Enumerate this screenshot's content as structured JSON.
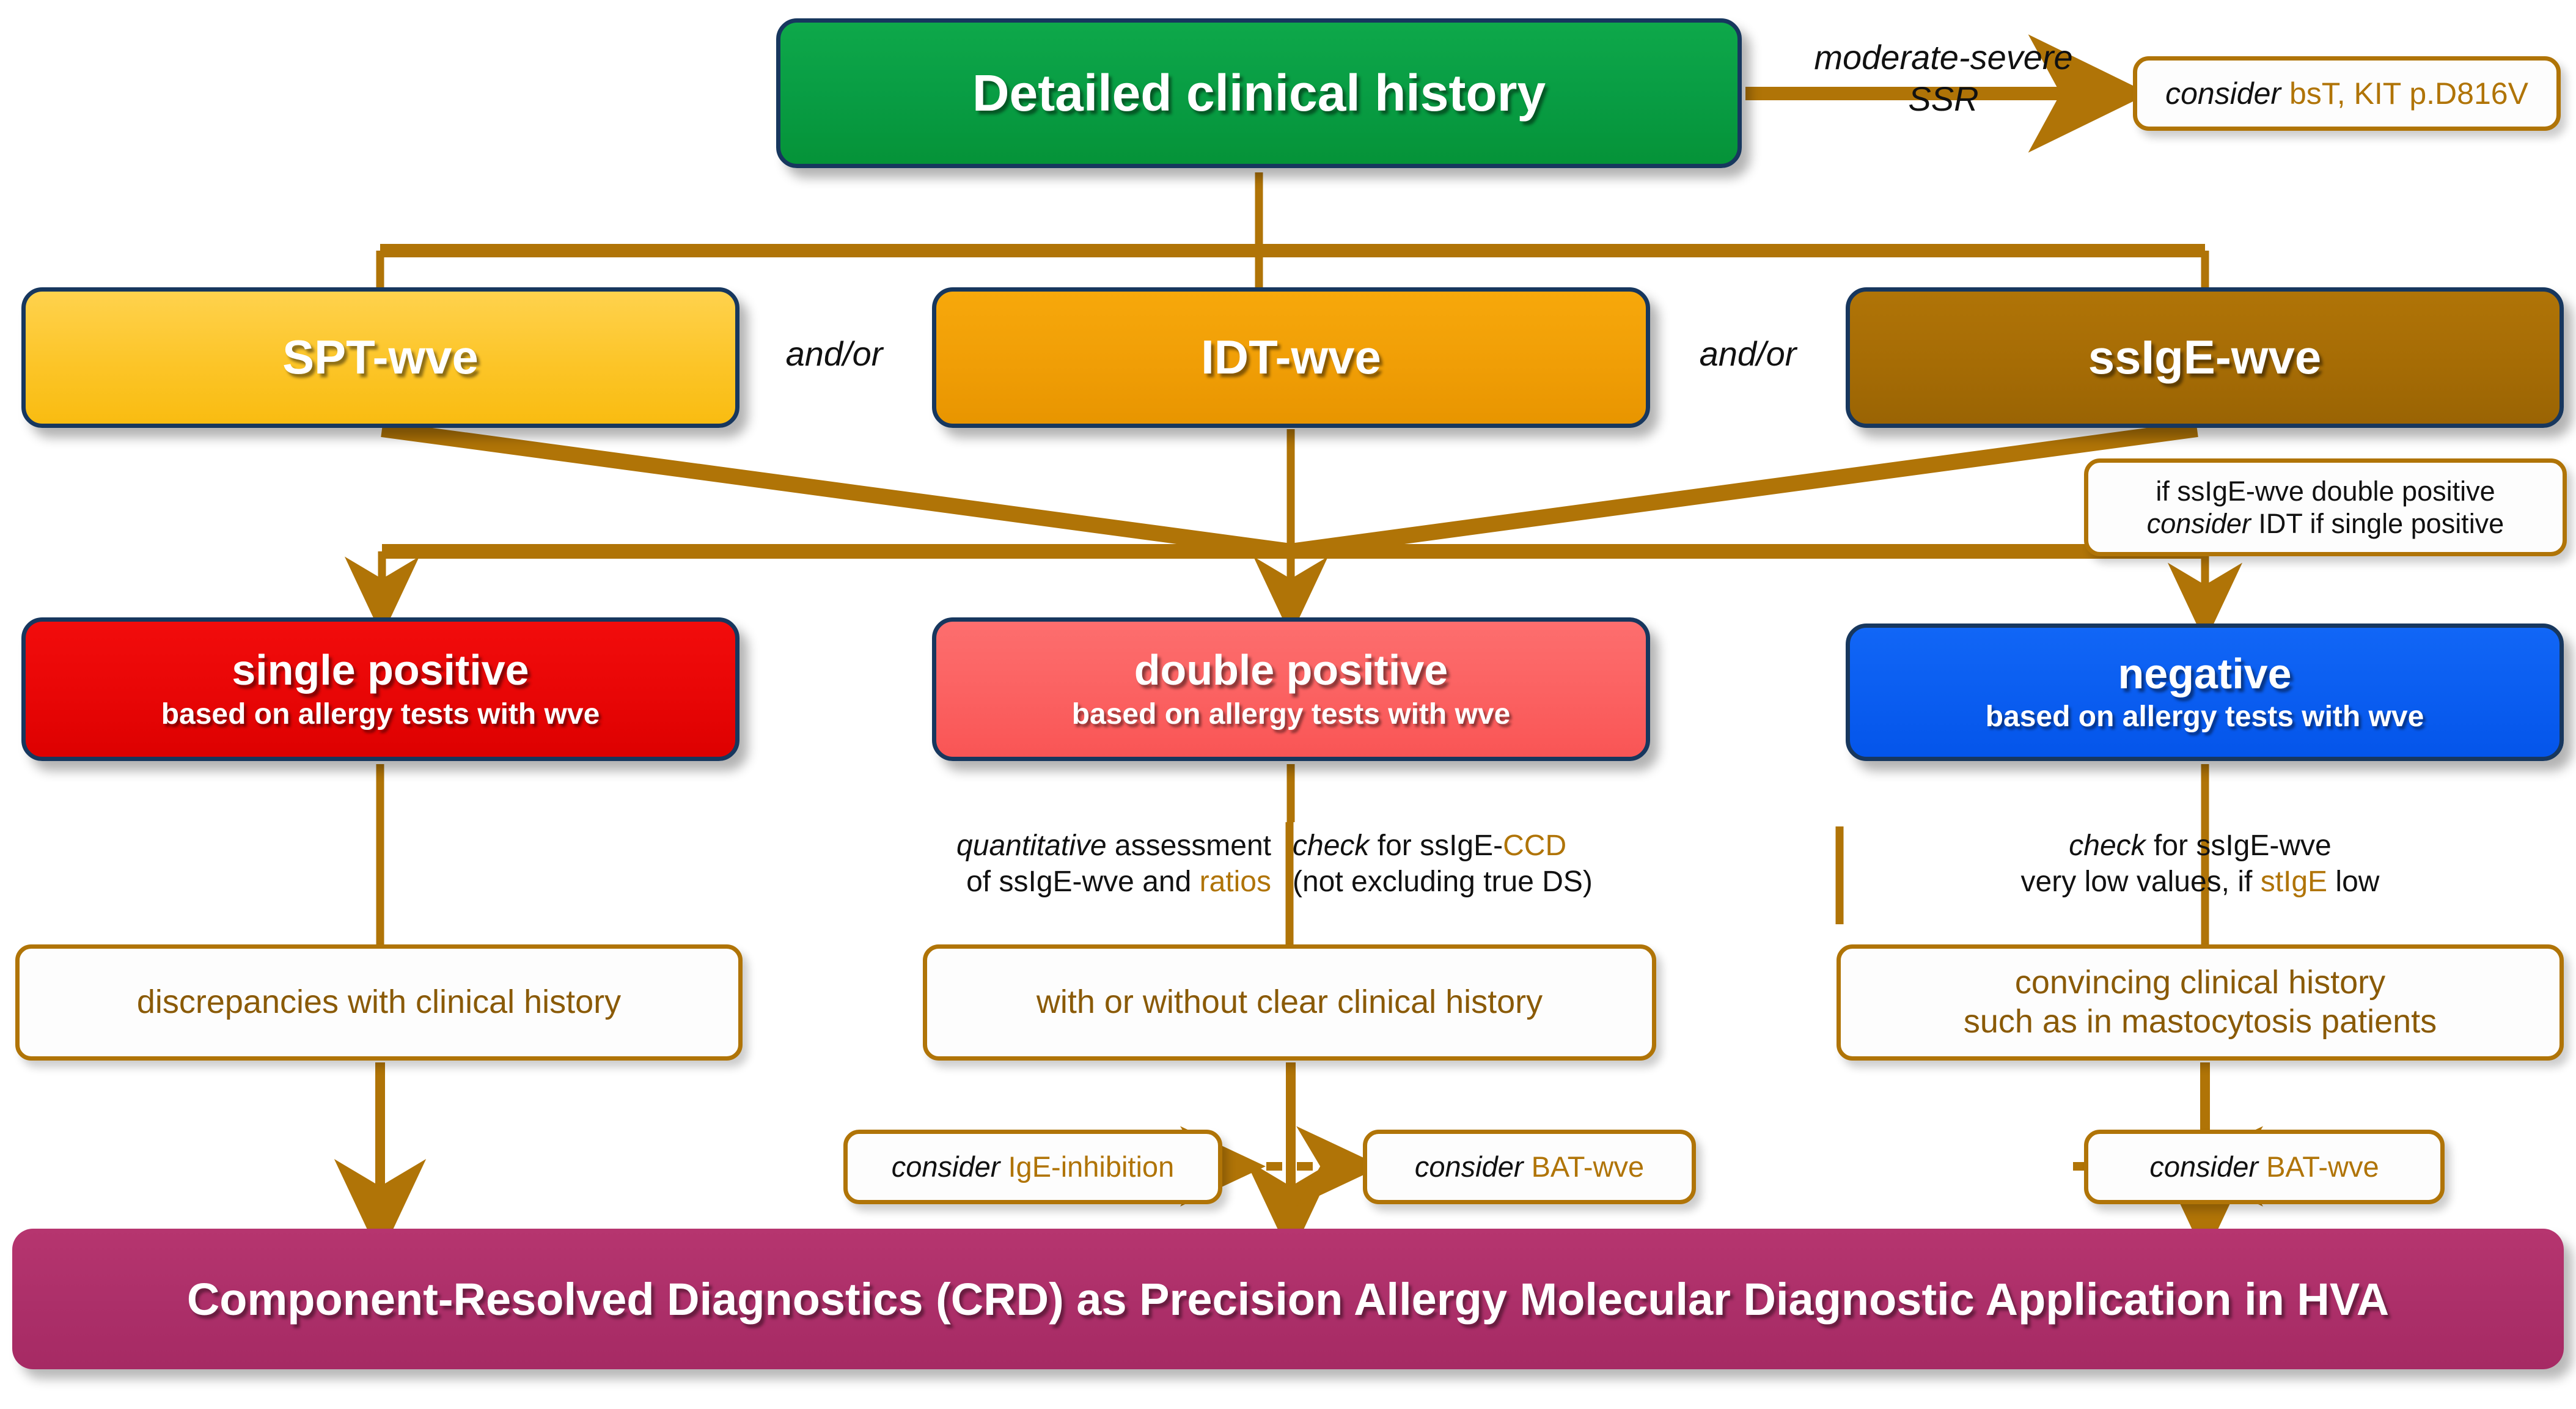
{
  "diagram": {
    "title_banner": "Component-Resolved Diagnostics (CRD) as Precision Allergy Molecular Diagnostic Application in HVA",
    "colors": {
      "green": "#0a9c44",
      "yellow": "#fcc528",
      "orange": "#f09e06",
      "brown": "#a66c05",
      "red": "#e80606",
      "pink": "#fb6161",
      "blue": "#0a5df0",
      "magenta": "#ac2f69",
      "connector": "#b07407",
      "node_border": "#17375e"
    }
  },
  "nodes": {
    "history": {
      "title": "Detailed clinical history"
    },
    "spt": {
      "title": "SPT-wve"
    },
    "idt": {
      "title": "IDT-wve"
    },
    "ssige": {
      "title": "ssIgE-wve"
    },
    "single": {
      "title": "single positive",
      "subtitle": "based on allergy tests with wve"
    },
    "double": {
      "title": "double positive",
      "subtitle": "based on allergy tests with wve"
    },
    "negative": {
      "title": "negative",
      "subtitle": "based on allergy tests with wve"
    }
  },
  "annotations": {
    "ssr_line1": "moderate-severe",
    "ssr_line2": "SSR",
    "and_or_left": "and/or",
    "and_or_right": "and/or",
    "quant_line1_em": "quantitative",
    "quant_line1_rest": " assessment",
    "quant_line2_a": "of ssIgE-wve and ",
    "quant_line2_b": "ratios",
    "ccd_line1_em": "check",
    "ccd_line1_a": " for ssIgE-",
    "ccd_line1_b": "CCD",
    "ccd_line2": "(not excluding true DS)",
    "check_line1_em": "check",
    "check_line1_rest": " for ssIgE-wve",
    "check_line2_a": "very low values, if ",
    "check_line2_b": "stIgE",
    "check_line2_c": " low"
  },
  "boxes": {
    "bst": {
      "em": "consider",
      "rest": " bsT, KIT p.D816V"
    },
    "double_positive_note": {
      "line1": "if ssIgE-wve double positive",
      "line2_em": "consider",
      "line2_rest": " IDT if single positive"
    },
    "discrepancies": {
      "line1": "discrepancies with clinical history"
    },
    "clear_history": {
      "line1": "with or without clear clinical history"
    },
    "convincing": {
      "line1": "convincing clinical history",
      "line2": "such as in mastocytosis patients"
    },
    "ige_inhibition": {
      "em": "consider",
      "rest": " IgE-inhibition"
    },
    "bat_center": {
      "em": "consider",
      "rest": " BAT-wve"
    },
    "bat_right": {
      "em": "consider",
      "rest": " BAT-wve"
    }
  }
}
